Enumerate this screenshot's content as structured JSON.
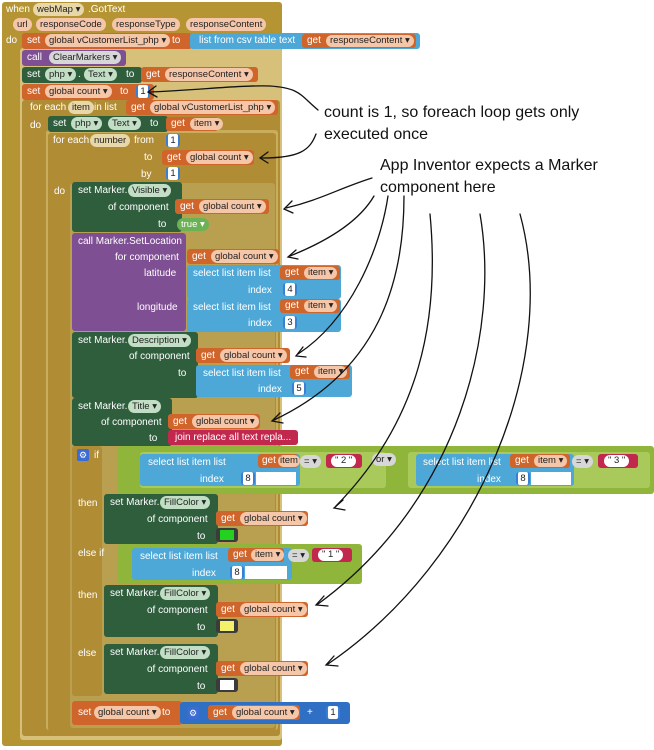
{
  "event": {
    "when": "when",
    "component": "webMap",
    "event_name": ".GotText",
    "do": "do",
    "params": [
      "url",
      "responseCode",
      "responseType",
      "responseContent"
    ]
  },
  "common": {
    "set": "set",
    "get": "get",
    "call": "call",
    "to": "to",
    "of_component": "of component",
    "for_component": "for component",
    "select_list_item": "select list item",
    "list": "list",
    "index": "index",
    "equals": "=",
    "or": "or",
    "item": "item",
    "global_count": "global count",
    "dropdown_arrow": "▾",
    "gear_icon": "⚙"
  },
  "blocks": {
    "set_vcustomer": {
      "var_label": "global vCustomerList_php",
      "list_from_csv": "list from csv table  text",
      "response_content": "responseContent"
    },
    "clear_markers": {
      "label": "ClearMarkers"
    },
    "set_php_text": {
      "component": "php",
      "dot": ".",
      "property": "Text",
      "response_content": "responseContent"
    },
    "set_count": {
      "var_label": "global count",
      "value": "1"
    },
    "for_each_item": {
      "label": "for each",
      "item": "item",
      "in_list": "in list",
      "list_var": "global vCustomerList_php"
    },
    "set_php_text_item": {
      "component": "php",
      "property": "Text",
      "get_item": "item"
    },
    "for_each_number": {
      "label": "for each",
      "var": "number",
      "from": "from",
      "from_val": "1",
      "to": "to",
      "by": "by",
      "by_val": "1"
    },
    "marker_visible": {
      "label": "set Marker.",
      "property": "Visible",
      "value": "true"
    },
    "marker_setlocation": {
      "label": "call Marker.SetLocation",
      "latitude": "latitude",
      "longitude": "longitude",
      "lat_index": "4",
      "lon_index": "3"
    },
    "marker_description": {
      "label": "set Marker.",
      "property": "Description",
      "index": "5"
    },
    "marker_title": {
      "label": "set Marker.",
      "property": "Title",
      "join": "join replace all text repla..."
    },
    "if_block": {
      "if": "if",
      "then": "then",
      "else_if": "else if",
      "else": "else",
      "index_val": "8",
      "cmp1": "\" 2 \"",
      "cmp2": "\" 3 \"",
      "cmp3": "\" 1 \""
    },
    "fillcolor": {
      "label": "set Marker.",
      "property": "FillColor"
    },
    "set_count_inc": {
      "var_label": "global count",
      "plus": "+",
      "one": "1"
    }
  },
  "colors": {
    "green_swatch": "#22d21e",
    "yellow_swatch": "#f3f06a",
    "white_swatch": "#ffffff"
  },
  "annotations": {
    "note1_line1": "count is 1, so foreach loop gets only",
    "note1_line2": "executed once",
    "note2_line1": "App Inventor expects a Marker",
    "note2_line2": "component here"
  }
}
